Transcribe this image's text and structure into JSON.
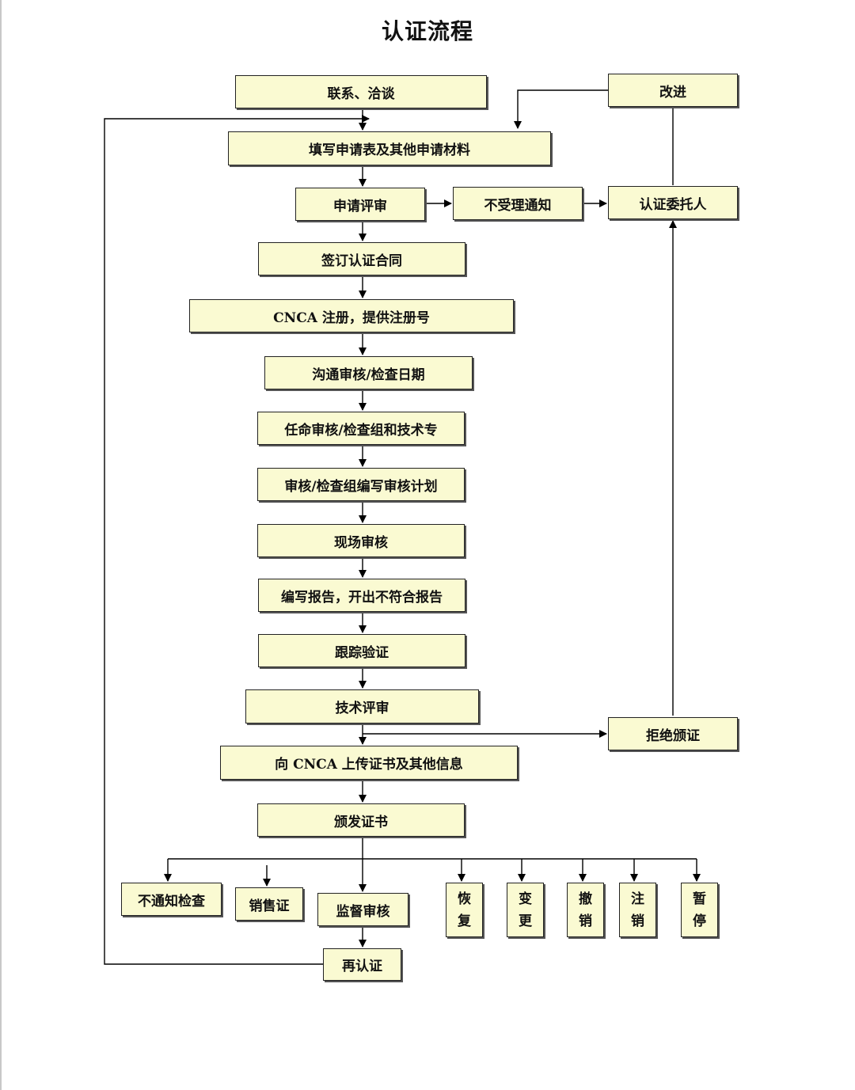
{
  "title": "认证流程",
  "steps": {
    "contact": "联系、洽谈",
    "fill_application": "填写申请表及其他申请材料",
    "application_review": "申请评审",
    "not_accepted": "不受理通知",
    "client": "认证委托人",
    "improve": "改进",
    "sign_contract": "签订认证合同",
    "cnca_register": "CNCA 注册，提供注册号",
    "communicate_dates": "沟通审核/检查日期",
    "appoint_team": "任命审核/检查组和技术专",
    "audit_plan": "审核/检查组编写审核计划",
    "onsite_audit": "现场审核",
    "write_report": "编写报告，开出不符合报告",
    "follow_up": "跟踪验证",
    "technical_review": "技术评审",
    "refuse_cert": "拒绝颁证",
    "upload_cnca": "向 CNCA 上传证书及其他信息",
    "issue_cert": "颁发证书",
    "unannounced": "不通知检查",
    "sales_cert": "销售证",
    "surveillance": "监督审核",
    "recertification": "再认证",
    "restore": [
      "恢",
      "复"
    ],
    "change": [
      "变",
      "更"
    ],
    "revoke": [
      "撤",
      "销"
    ],
    "cancel": [
      "注",
      "销"
    ],
    "suspend": [
      "暂",
      "停"
    ]
  },
  "colors": {
    "box_fill": "#fafad2",
    "border": "#222222",
    "line": "#000000"
  }
}
